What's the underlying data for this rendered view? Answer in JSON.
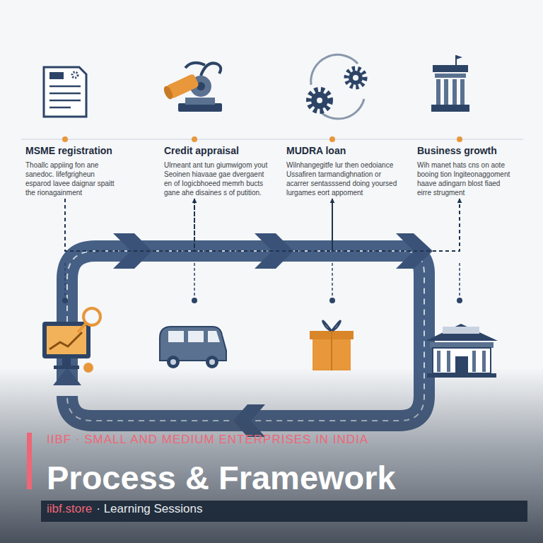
{
  "diagram": {
    "title": "Process & Framework",
    "nodes": [
      {
        "text": [
          "MSME registration",
          "Thoallc appiing fon ane sanedoc. lifefgrigheun esparod lavee daignar spaitt the rionagainment"
        ]
      },
      {
        "text": [
          "Credit appraisal",
          "Ulrneant ant tun giumwigom yout Seoinen hiavaae gae dvergaent en of Iogicbhoeed memrh bucts gane ahe disaines s of putition."
        ]
      },
      {
        "text": [
          "MUDRA loan",
          "Wilnhangegitfe lur then oedoiance Ussafiren tarmandighnation or acarrer sentasssend doing yoursed lurgames eort appoment"
        ]
      },
      {
        "text": [
          "Business growth",
          "Wih manet hats cns on aote booing tion lngiteonaggoment haave adingarn blost fiaed eirre strugment"
        ]
      }
    ],
    "edges": [
      {
        "from": 0,
        "to": 1,
        "arrow": "to"
      },
      {
        "from": 1,
        "to": 2,
        "arrow": "to"
      },
      {
        "from": 2,
        "to": 3,
        "arrow": "to"
      }
    ],
    "labels": [
      "IIBF · SMALL AND MEDIUM ENTERPRISES IN INDIA",
      "iibf.store",
      "· Learning Sessions"
    ]
  }
}
